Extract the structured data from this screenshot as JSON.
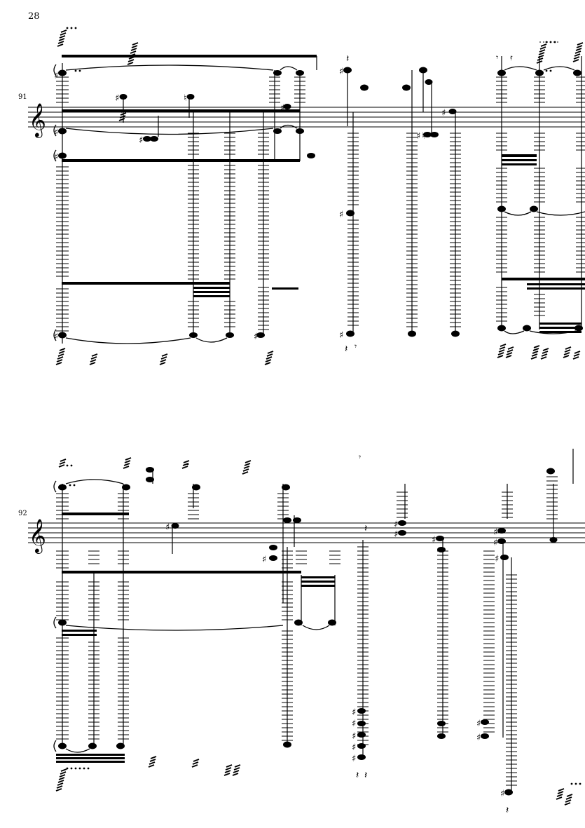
{
  "page": {
    "page_number": "28"
  },
  "systems": [
    {
      "measure_number": "91",
      "clef": "treble"
    },
    {
      "measure_number": "92",
      "clef": "treble"
    }
  ],
  "icons": {
    "treble_clef": "treble-clef-icon",
    "sharp": "sharp-icon",
    "natural": "natural-icon",
    "rest": "rest-icon"
  }
}
